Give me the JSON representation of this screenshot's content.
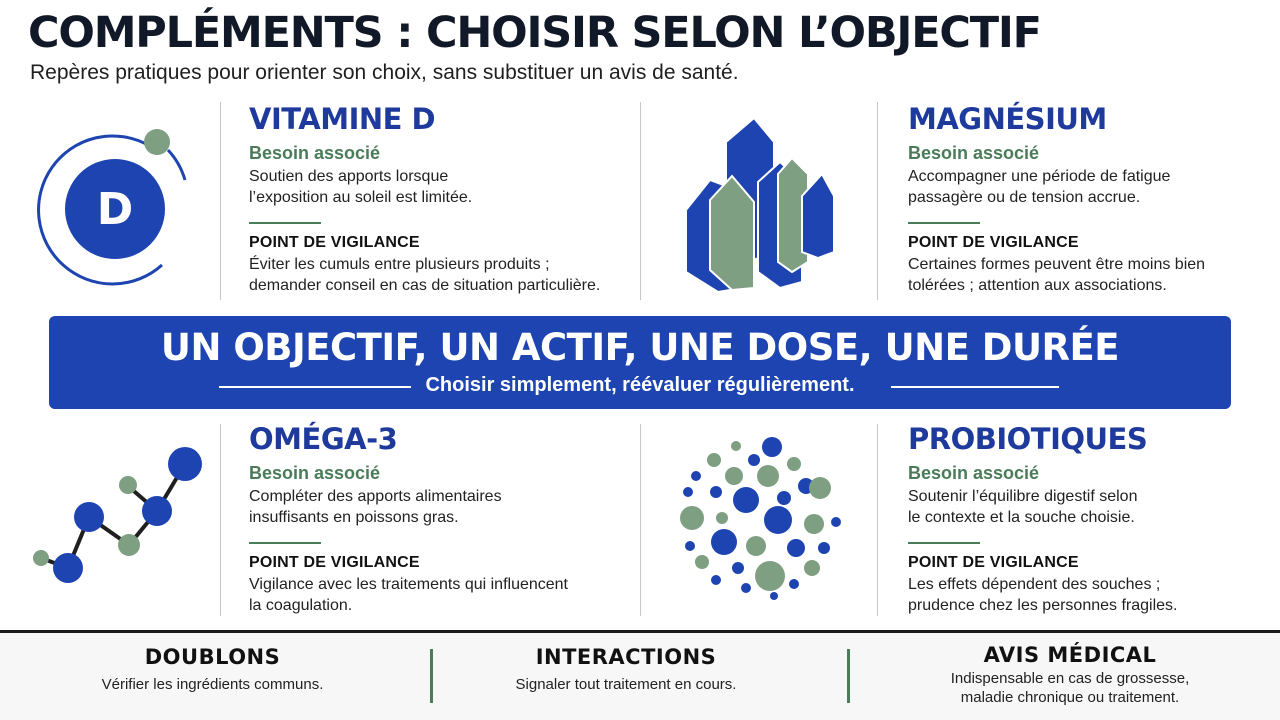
{
  "header": {
    "title": "COMPLÉMENTS : CHOISIR SELON L’OBJECTIF",
    "subtitle": "Repères pratiques pour orienter son choix, sans substituer un avis de santé."
  },
  "cards": [
    {
      "name": "VITAMINE D",
      "icon_letter": "D",
      "need_label": "Besoin associé",
      "need_lines": [
        "Soutien des apports lorsque",
        "l’exposition au soleil est limitée."
      ],
      "warn_label": "POINT DE VIGILANCE",
      "warn_lines": [
        "Éviter les cumuls entre plusieurs produits ;",
        "demander conseil en cas de situation particulière."
      ]
    },
    {
      "name": "MAGNÉSIUM",
      "need_label": "Besoin associé",
      "need_lines": [
        "Accompagner une période de fatigue",
        "passagère ou de tension accrue."
      ],
      "warn_label": "POINT DE VIGILANCE",
      "warn_lines": [
        "Certaines formes peuvent être moins bien",
        "tolérées ; attention aux associations."
      ]
    },
    {
      "name": "OMÉGA-3",
      "need_label": "Besoin associé",
      "need_lines": [
        "Compléter des apports alimentaires",
        "insuffisants en poissons gras."
      ],
      "warn_label": "POINT DE VIGILANCE",
      "warn_lines": [
        "Vigilance avec les traitements qui influencent",
        "la coagulation."
      ]
    },
    {
      "name": "PROBIOTIQUES",
      "need_label": "Besoin associé",
      "need_lines": [
        "Soutenir l’équilibre digestif selon",
        "le contexte et la souche choisie."
      ],
      "warn_label": "POINT DE VIGILANCE",
      "warn_lines": [
        "Les effets dépendent des souches ;",
        "prudence chez les personnes fragiles."
      ]
    }
  ],
  "banner": {
    "title": "UN OBJECTIF, UN ACTIF, UNE DOSE, UNE DURÉE",
    "subtitle": "Choisir simplement, réévaluer régulièrement."
  },
  "footer": [
    {
      "title": "DOUBLONS",
      "lines": [
        "Vérifier les ingrédients communs."
      ]
    },
    {
      "title": "INTERACTIONS",
      "lines": [
        "Signaler tout traitement en cours."
      ]
    },
    {
      "title": "AVIS MÉDICAL",
      "lines": [
        "Indispensable en cas de grossesse,",
        "maladie chronique ou traitement."
      ]
    }
  ],
  "colors": {
    "blue": "#1d44b0",
    "dark_blue": "#1e3a9c",
    "green": "#4a7c59",
    "sage": "#7e9f82"
  },
  "icons": [
    "vitamin-d-icon",
    "magnesium-crystal-icon",
    "omega3-molecule-icon",
    "probiotics-dots-icon"
  ]
}
